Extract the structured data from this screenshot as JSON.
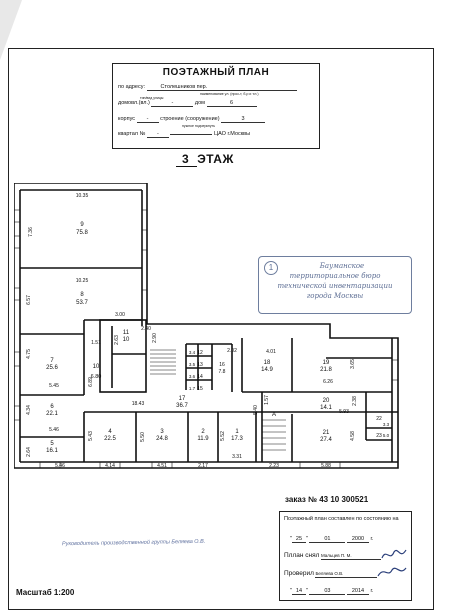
{
  "header": {
    "title": "ПОЭТАЖНЫЙ ПЛАН",
    "address_label": "по адресу:",
    "address_value": "Столешников пер.",
    "address_hint": "наименование ул. (прос-т, б-р и т.п.)",
    "street_type_hint": "тип/вид улицы",
    "house_label": "домовл.(вл.)",
    "house_value": "-",
    "dom_label": "дом",
    "dom_value": "6",
    "korpus_label": "корпус",
    "korpus_value": "-",
    "stroenie_label": "строение (сооружение)",
    "stroenie_value": "3",
    "stroenie_hint": "нужное подчеркнуть",
    "kvartal_label": "квартал №",
    "kvartal_value": "-",
    "district_value": "ЦАО г.Москвы"
  },
  "floor": {
    "number": "3",
    "label": "ЭТАЖ"
  },
  "rooms": [
    {
      "num": "9",
      "area": "75.8"
    },
    {
      "num": "8",
      "area": "53.7"
    },
    {
      "num": "7",
      "area": "25.6"
    },
    {
      "num": "6",
      "area": "22.1"
    },
    {
      "num": "5",
      "area": "16.1"
    },
    {
      "num": "4",
      "area": "22.5"
    },
    {
      "num": "3",
      "area": "24.8"
    },
    {
      "num": "2",
      "area": "11.9"
    },
    {
      "num": "1",
      "area": "17.3"
    },
    {
      "num": "11",
      "area": "10"
    },
    {
      "num": "10",
      "area": "6.80"
    },
    {
      "num": "17",
      "area": "36.7"
    },
    {
      "num": "18",
      "area": "14.9"
    },
    {
      "num": "19",
      "area": "21.8"
    },
    {
      "num": "20",
      "area": "14.1"
    },
    {
      "num": "21",
      "area": "27.4"
    },
    {
      "num": "22",
      "area": "3.3"
    },
    {
      "num": "23",
      "area": "5.0"
    },
    {
      "num": "12",
      "area": "3.4"
    },
    {
      "num": "13",
      "area": "3.5"
    },
    {
      "num": "14",
      "area": "3.6"
    },
    {
      "num": "16",
      "area": "7.8"
    },
    {
      "num": "15",
      "area": "1.7"
    }
  ],
  "dims": {
    "d_10_35": "10.35",
    "d_7_36": "7.36",
    "d_10_25": "10.25",
    "d_6_57": "6.57",
    "d_3_00": "3.00",
    "d_2_40": "2.40",
    "d_2_90": "2.90",
    "d_2_63": "2.63",
    "d_4_75": "4.75",
    "d_1_51": "1.51",
    "d_5_45": "5.45",
    "d_6_89": "6.89",
    "d_4_34": "4.34",
    "d_5_46": "5.46",
    "d_2_64": "2.64",
    "d_5_46b": "5.46",
    "d_18_43": "18.43",
    "d_5_43": "5.43",
    "d_5_50": "5.50",
    "d_4_14": "4.14",
    "d_4_51": "4.51",
    "d_2_17": "2.17",
    "d_3_31": "3.31",
    "d_5_40": "5.40",
    "d_1_57": "1.57",
    "d_2_23": "2.23",
    "d_4_01": "4.01",
    "d_3_65": "3.65",
    "d_6_26": "6.26",
    "d_5_93": "5.93",
    "d_2_38": "2.38",
    "d_4_58": "4.58",
    "d_5_88": "5.88",
    "d_2_02": "2.02",
    "d_5_52": "5.52",
    "d_a": "А"
  },
  "stamp": {
    "circle": "1",
    "line1": "Бауманское",
    "line2": "территориальное бюро",
    "line3": "технической инвентаризации",
    "line4": "города Москвы"
  },
  "order": {
    "label": "заказ №",
    "value": "43 10 300521"
  },
  "certificate": {
    "title": "Поэтажный план составлен по состоянию на",
    "date_day": "25",
    "date_month": "01",
    "date_year": "2000",
    "year_suffix": "г.",
    "made_label": "Пллан снял",
    "made_name": "Мальцев П. М.",
    "checked_label": "Проверил",
    "checked_name": "Беляева О.В.",
    "check_day": "14",
    "check_month": "03",
    "check_year": "2014"
  },
  "supervisor": "Руководитель производственной группы Беляева О.В.",
  "scale": "Масштаб 1:200"
}
